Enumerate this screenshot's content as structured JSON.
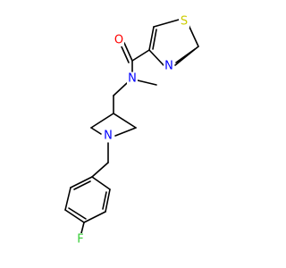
{
  "molecule": {
    "atoms": [
      {
        "id": "O1",
        "label": "O",
        "color": "#ff0000"
      },
      {
        "id": "S1",
        "label": "S",
        "color": "#cccc00"
      },
      {
        "id": "N3",
        "label": "N",
        "color": "#0000ff"
      },
      {
        "id": "Namide",
        "label": "N",
        "color": "#0000ff"
      },
      {
        "id": "Npip",
        "label": "N",
        "color": "#0000ff"
      },
      {
        "id": "F1",
        "label": "F",
        "color": "#33cc33"
      }
    ]
  }
}
